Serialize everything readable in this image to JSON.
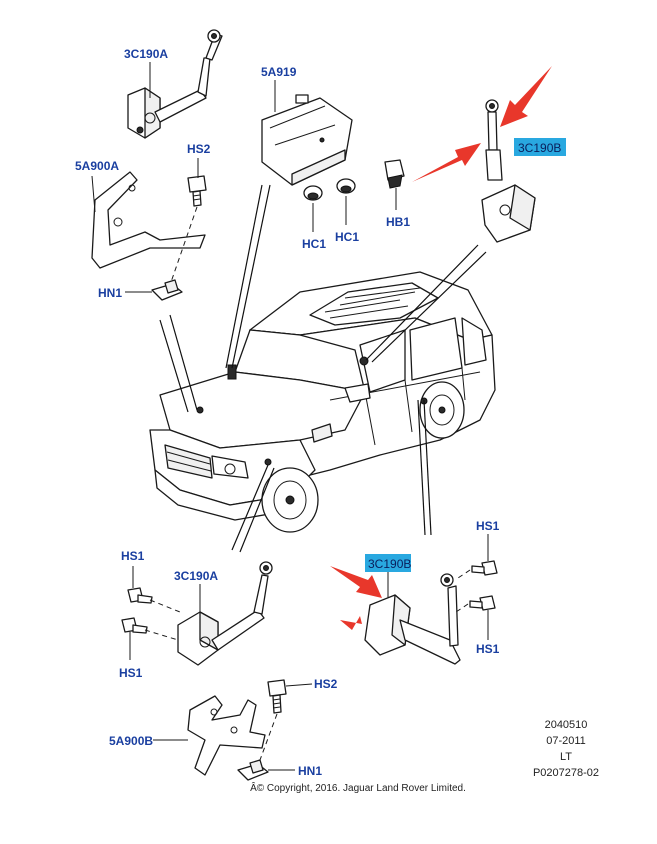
{
  "labels": {
    "sensor_rear_left": "3C190A",
    "module": "5A919",
    "bracket_rear": "5A900A",
    "screw_rear": "HS2",
    "nut_rear": "HN1",
    "clip_a": "HC1",
    "clip_b": "HC1",
    "bolt_module": "HB1",
    "sensor_rear_right": "3C190B",
    "screw_front_a": "HS1",
    "screw_front_b": "HS1",
    "sensor_front_left": "3C190A",
    "bracket_front": "5A900B",
    "screw_front_c": "HS2",
    "nut_front": "HN1",
    "screw_front_right_a": "HS1",
    "screw_front_right_b": "HS1",
    "sensor_front_right": "3C190B"
  },
  "meta": {
    "code": "2040510",
    "date": "07-2011",
    "region": "LT",
    "reference": "P0207278-02"
  },
  "copyright": "Â© Copyright, 2016. Jaguar Land Rover Limited.",
  "colors": {
    "label_blue": "#1a3fa0",
    "highlight_box": "#29a8e0",
    "arrow_red": "#e8372b"
  }
}
